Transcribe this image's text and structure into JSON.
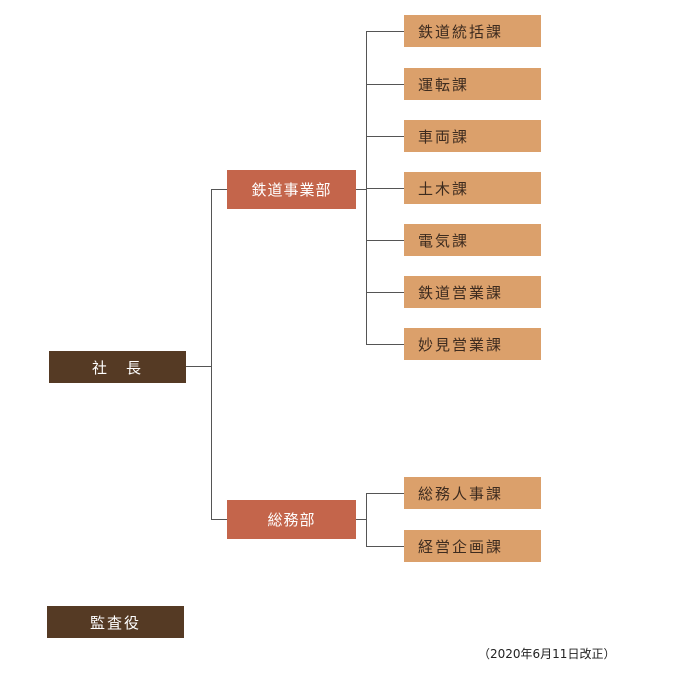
{
  "president": {
    "label": "社　長"
  },
  "auditor": {
    "label": "監査役"
  },
  "departments": [
    {
      "name": "鉄道事業部",
      "sections": [
        "鉄道統括課",
        "運転課",
        "車両課",
        "土木課",
        "電気課",
        "鉄道営業課",
        "妙見営業課"
      ]
    },
    {
      "name": "総務部",
      "sections": [
        "総務人事課",
        "経営企画課"
      ]
    }
  ],
  "revision_note": "（2020年6月11日改正）",
  "colors": {
    "dark_box": "#553a24",
    "department_box": "#c4654b",
    "section_box": "#dba06b",
    "connector": "#555555"
  }
}
